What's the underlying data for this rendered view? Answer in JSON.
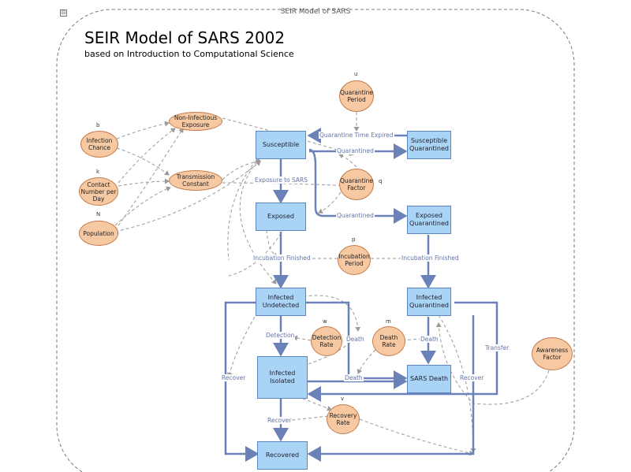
{
  "frame": {
    "title": "SEIR Model of SARS",
    "collapse_glyph": "⊟"
  },
  "header": {
    "title": "SEIR Model of SARS 2002",
    "subtitle": "based on Introduction to Computational Science"
  },
  "stocks": {
    "susceptible": "Susceptible",
    "susceptible_quarantined": "Susceptible Quarantined",
    "exposed": "Exposed",
    "exposed_quarantined": "Exposed Quarantined",
    "infected_undetected": "Infected Undetected",
    "infected_quarantined": "Infected Quarantined",
    "infected_isolated": "Infected Isolated",
    "sars_death": "SARS Death",
    "recovered": "Recovered"
  },
  "converters": {
    "quarantine_period": {
      "label": "Quarantine Period",
      "symbol": "u"
    },
    "non_infectious_exposure": {
      "label": "Non-Infectious Exposure",
      "symbol": ""
    },
    "infection_chance": {
      "label": "Infection Chance",
      "symbol": "b"
    },
    "contact_number": {
      "label": "Contact Number per Day",
      "symbol": "k"
    },
    "transmission_constant": {
      "label": "Transmission Constant",
      "symbol": ""
    },
    "population": {
      "label": "Population",
      "symbol": "N"
    },
    "quarantine_factor": {
      "label": "Quarantine Factor",
      "symbol": "q"
    },
    "incubation_period": {
      "label": "Incubation Period",
      "symbol": "p"
    },
    "detection_rate": {
      "label": "Detection Rate",
      "symbol": "w"
    },
    "death_rate": {
      "label": "Death Rate",
      "symbol": "m"
    },
    "recovery_rate": {
      "label": "Recovery Rate",
      "symbol": "v"
    },
    "awareness_factor": {
      "label": "Awareness Factor",
      "symbol": ""
    }
  },
  "flows": {
    "quarantine_time_expired": "Quarantine Time Expired",
    "quarantined_s": "Quarantined",
    "exposure_to_sars": "Exposure to SARS",
    "quarantined_e": "Quarantined",
    "incubation_finished_1": "Incubation Finished",
    "incubation_finished_2": "Incubation Finished",
    "detection": "Detection",
    "death_1": "Death",
    "death_2": "Death",
    "death_3": "Death",
    "transfer": "Transfer",
    "recover_1": "Recover",
    "recover_2": "Recover",
    "recover_3": "Recover"
  },
  "colors": {
    "flow": "#6a82b8",
    "connector": "#9a9a9a",
    "stock_fill": "#aad4f5",
    "converter_fill": "#f6c9a3"
  }
}
